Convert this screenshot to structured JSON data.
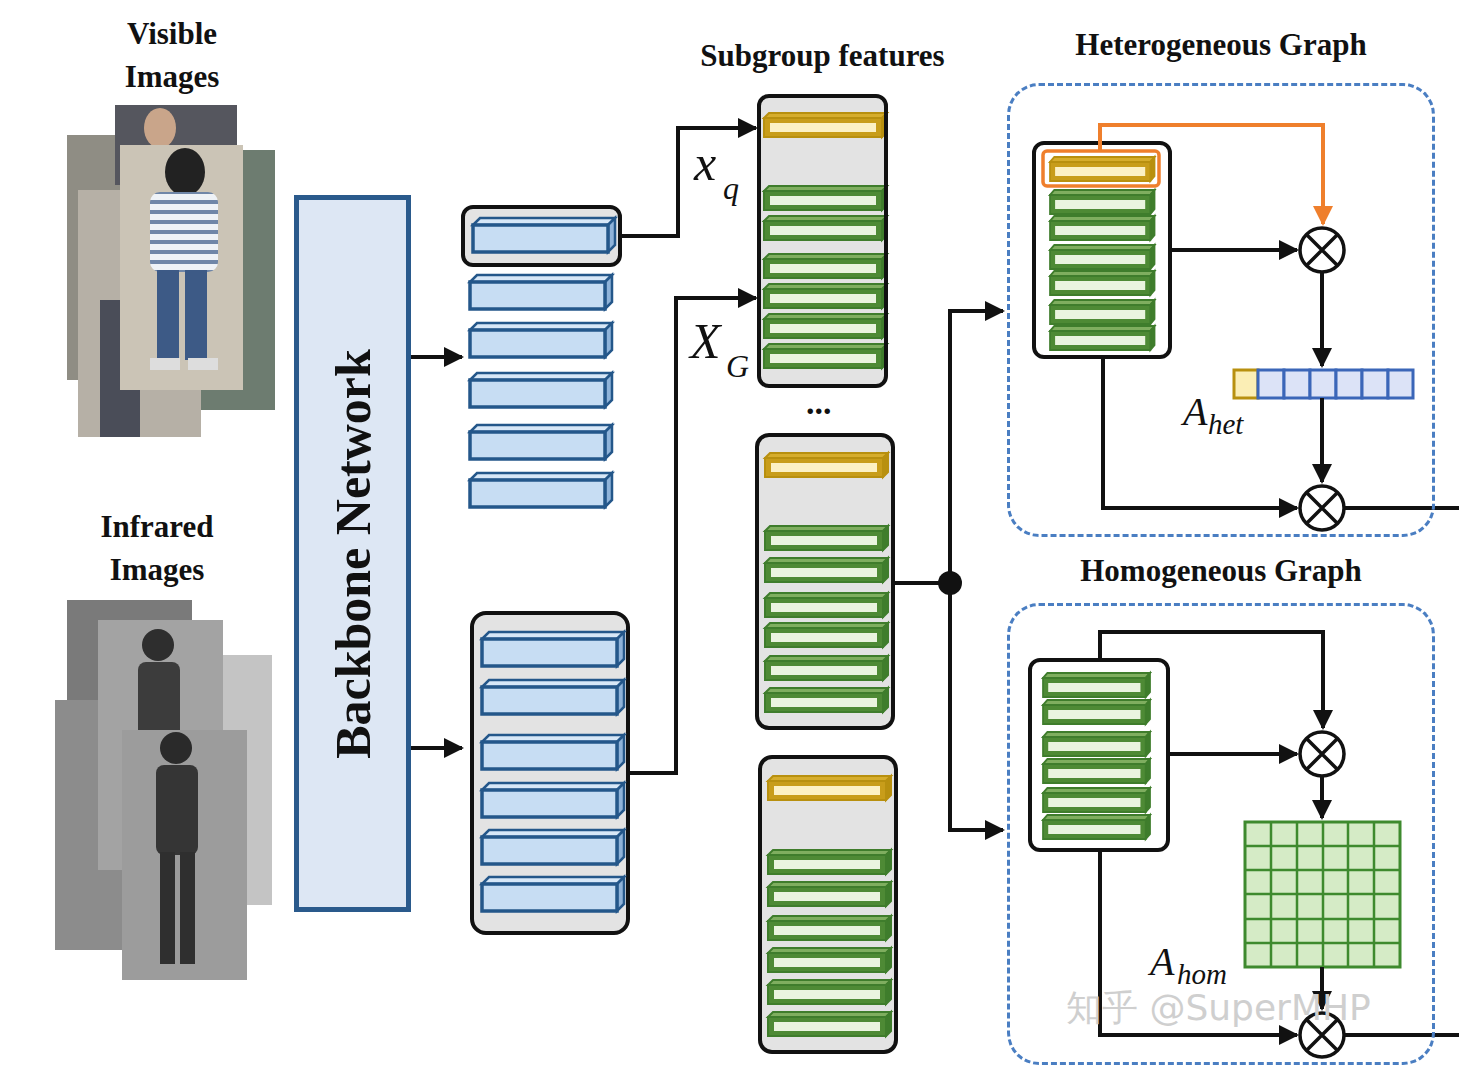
{
  "diagram": {
    "nodes": [
      {
        "text": [
          "Visible Images"
        ]
      },
      {
        "text": [
          "Infrared Images"
        ]
      },
      {
        "text": [
          "Backbone Network"
        ]
      },
      {
        "text": [
          "Subgroup features"
        ]
      },
      {
        "text": [
          "Heterogeneous Graph"
        ]
      },
      {
        "text": [
          "Homogeneous Graph"
        ]
      }
    ],
    "labels": [
      "x",
      "q",
      "X",
      "G",
      "...",
      "A",
      "het",
      "A",
      "hom",
      "知乎 @SuperMHP"
    ]
  }
}
